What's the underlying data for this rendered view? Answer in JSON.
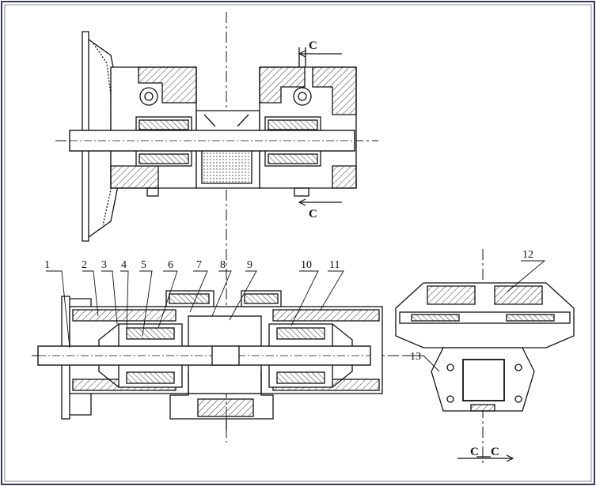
{
  "colors": {
    "line": "#111111",
    "hatch": "#333333",
    "frame": "#3a3a5a",
    "paper": "#ffffff"
  },
  "section_marks": {
    "top_upper": "C",
    "top_lower": "C",
    "bottom_left": "C",
    "bottom_right": "C"
  },
  "callouts": [
    "1",
    "2",
    "3",
    "4",
    "5",
    "6",
    "7",
    "8",
    "9",
    "10",
    "11",
    "12",
    "13"
  ]
}
